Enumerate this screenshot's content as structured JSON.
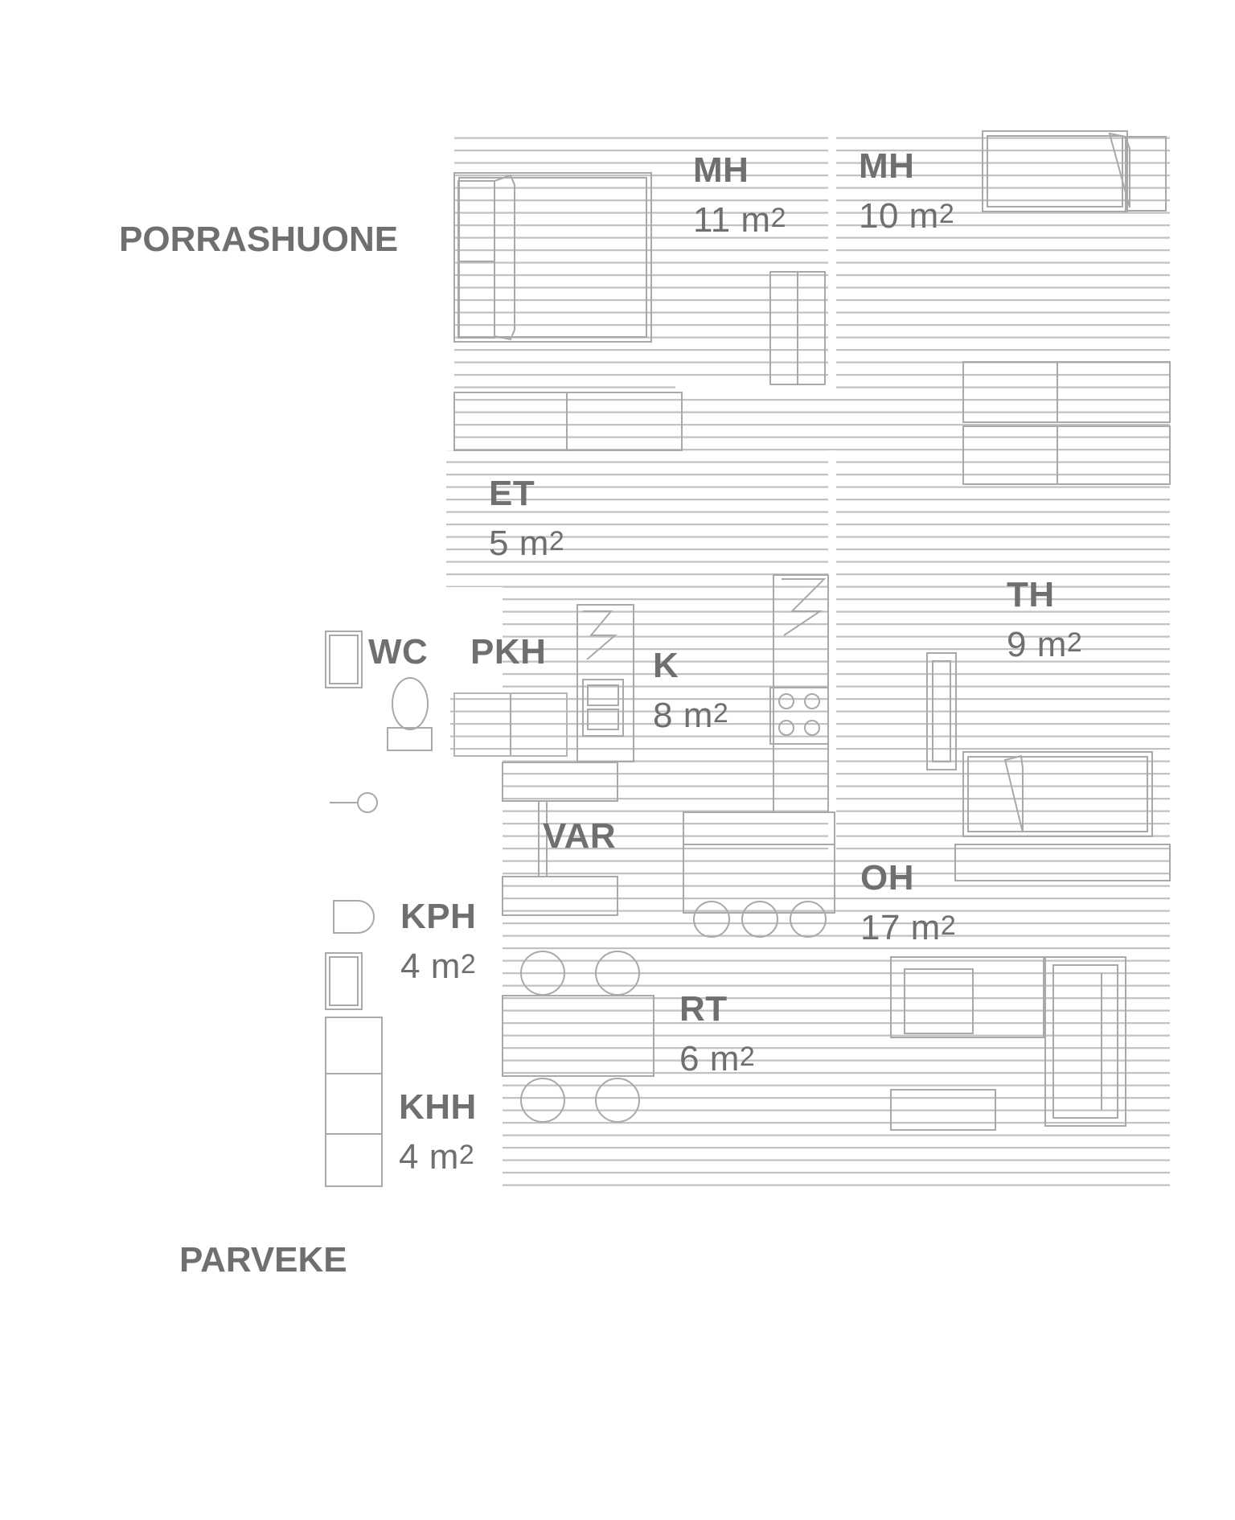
{
  "outside": {
    "stairwell": "PORRASHUONE",
    "balcony": "PARVEKE"
  },
  "rooms": {
    "mh1": {
      "name": "MH",
      "area": "11 m",
      "sup": "2"
    },
    "mh2": {
      "name": "MH",
      "area": "10 m",
      "sup": "2"
    },
    "et": {
      "name": "ET",
      "area": "5 m",
      "sup": "2"
    },
    "wc": {
      "name": "WC"
    },
    "pkh": {
      "name": "PKH"
    },
    "k": {
      "name": "K",
      "area": "8 m",
      "sup": "2"
    },
    "th": {
      "name": "TH",
      "area": "9 m",
      "sup": "2"
    },
    "var": {
      "name": "VAR"
    },
    "oh": {
      "name": "OH",
      "area": "17 m",
      "sup": "2"
    },
    "kph": {
      "name": "KPH",
      "area": "4 m",
      "sup": "2"
    },
    "rt": {
      "name": "RT",
      "area": "6 m",
      "sup": "2"
    },
    "khh": {
      "name": "KHH",
      "area": "4 m",
      "sup": "2"
    }
  },
  "colors": {
    "floor_line": "#bdbdbd",
    "furniture": "#a8a8a8",
    "label": "#6f6f6f"
  }
}
